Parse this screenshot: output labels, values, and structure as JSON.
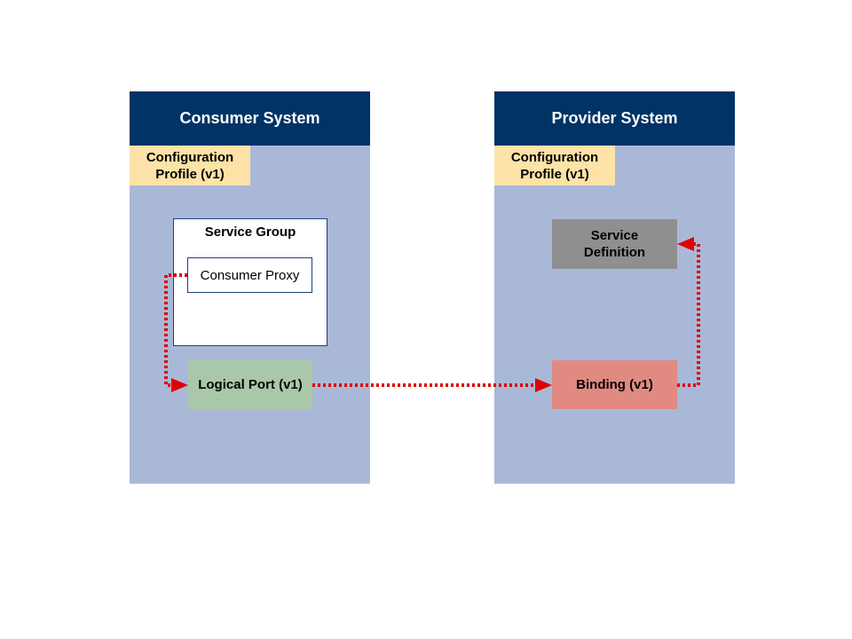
{
  "consumer": {
    "title": "Consumer System",
    "profile": "Configuration Profile (v1)",
    "service_group": {
      "title": "Service Group",
      "proxy": "Consumer Proxy"
    },
    "logical_port": "Logical Port (v1)"
  },
  "provider": {
    "title": "Provider System",
    "profile": "Configuration Profile (v1)",
    "service_definition": "Service Definition",
    "binding": "Binding (v1)"
  },
  "colors": {
    "header": "#003366",
    "panel": "#aab8d8",
    "profile": "#fde3a7",
    "logical_port": "#a9c7a9",
    "binding": "#e08a82",
    "service_definition": "#8f8f8f",
    "connector": "#e00000"
  }
}
